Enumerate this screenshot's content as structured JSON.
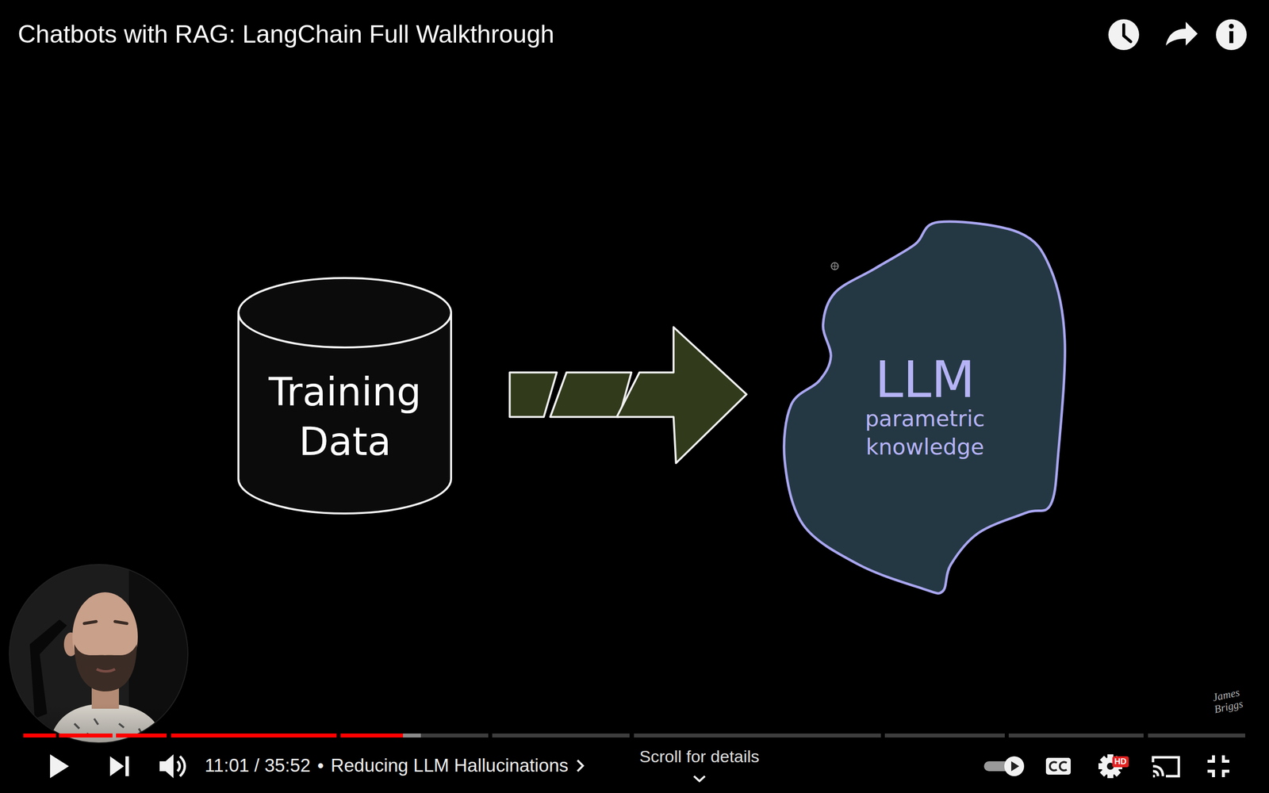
{
  "diagram": {
    "title": "Chatbots with RAG: LangChain Full Walkthrough",
    "nodes": [
      {
        "text": [
          "Training Data"
        ]
      },
      {
        "text": [
          "LLM",
          "parametric knowledge"
        ]
      }
    ],
    "edges": [
      {
        "from": 0,
        "to": 1,
        "arrow": "to"
      }
    ],
    "labels": [
      "11:01 / 35:52",
      "•",
      "Reducing LLM Hallucinations",
      "Scroll for details",
      "HD",
      "James Briggs"
    ]
  }
}
